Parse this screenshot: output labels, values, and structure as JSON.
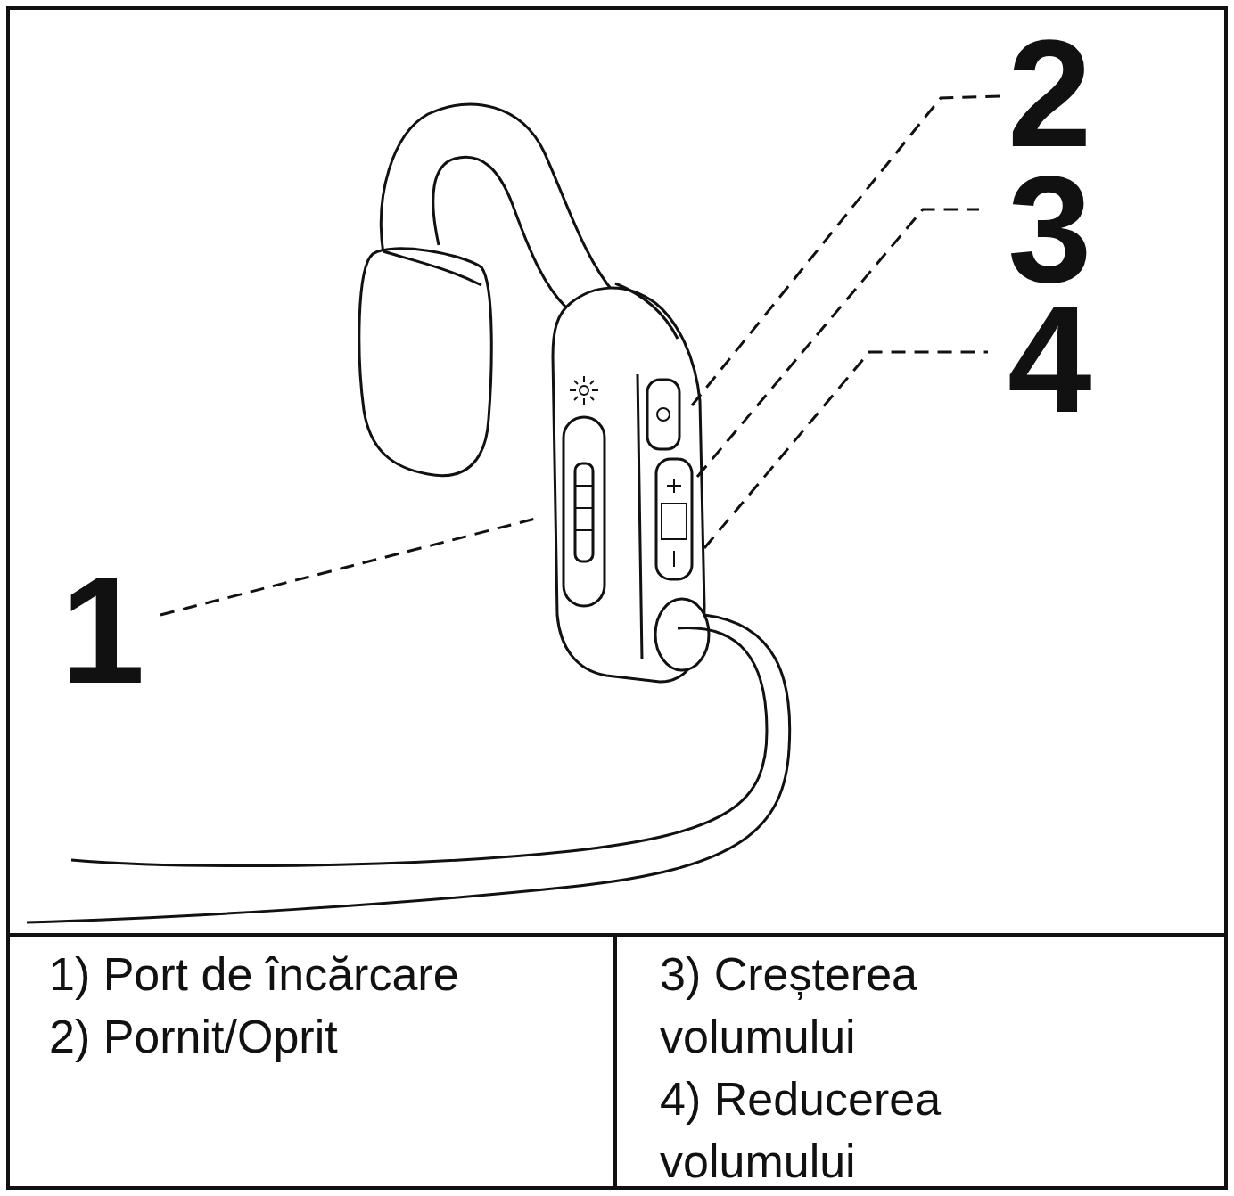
{
  "diagram": {
    "labels": [
      "2",
      "3",
      "4",
      "1",
      "1) Port de încărcare",
      "2) Pornit/Oprit",
      "3) Creșterea volumului",
      "4) Reducerea volumului"
    ]
  }
}
